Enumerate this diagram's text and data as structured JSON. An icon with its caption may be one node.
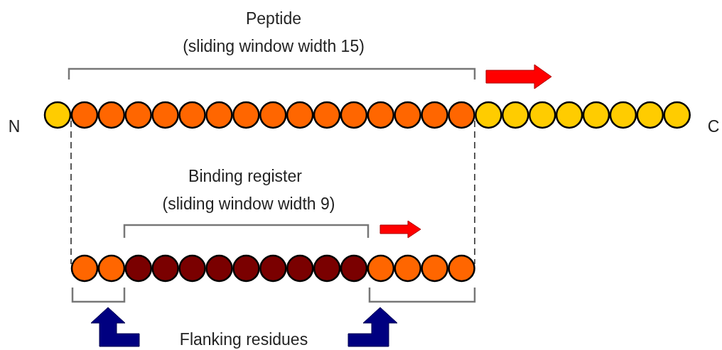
{
  "diagram": {
    "labels": [
      "Peptide",
      "(sliding window width 15)",
      "N",
      "C",
      "Binding register",
      "(sliding window width 9)",
      "Flanking residues"
    ]
  }
}
